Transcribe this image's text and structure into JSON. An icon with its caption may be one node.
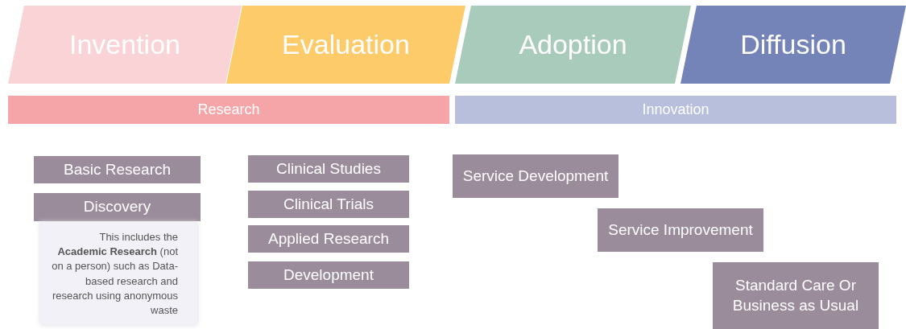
{
  "diagram": {
    "nodes": [
      {
        "text": [
          "Invention"
        ]
      },
      {
        "text": [
          "Evaluation"
        ]
      },
      {
        "text": [
          "Adoption"
        ]
      },
      {
        "text": [
          "Diffusion"
        ]
      },
      {
        "text": [
          "Research"
        ]
      },
      {
        "text": [
          "Innovation"
        ]
      },
      {
        "text": [
          "Basic Research"
        ]
      },
      {
        "text": [
          "Discovery"
        ]
      },
      {
        "text": [
          "This includes the **Academic Research** (not on a person) such as Data-based research and research using anonymous waste"
        ]
      },
      {
        "text": [
          "Clinical Studies"
        ]
      },
      {
        "text": [
          "Clinical Trials"
        ]
      },
      {
        "text": [
          "Applied Research"
        ]
      },
      {
        "text": [
          "Development"
        ]
      },
      {
        "text": [
          "Service Development"
        ]
      },
      {
        "text": [
          "Service Improvement"
        ]
      },
      {
        "text": [
          "Standard Care Or Business as Usual"
        ]
      }
    ]
  }
}
